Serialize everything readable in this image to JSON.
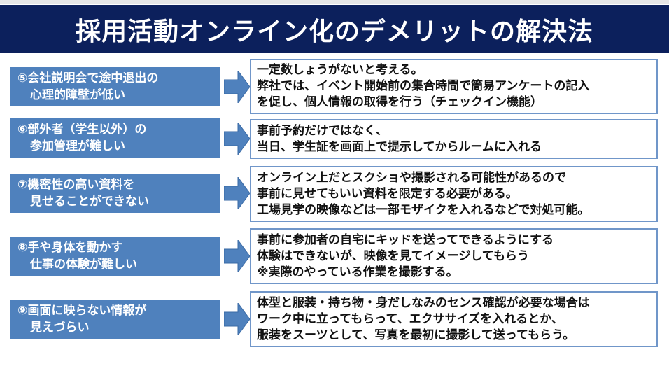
{
  "title": "採用活動オンライン化のデメリットの解決法",
  "colors": {
    "header_bg": "#0c205c",
    "issue_bg": "#4f81bd",
    "solution_border": "#7096c9"
  },
  "rows": [
    {
      "issue": [
        "⑤会社説明会で途中退出の",
        "心理的障壁が低い"
      ],
      "solution": [
        "一定数しょうがないと考える。",
        "弊社では、イベント開始前の集合時間で簡易アンケートの記入",
        "を促し、個人情報の取得を行う（チェックイン機能）"
      ]
    },
    {
      "issue": [
        "⑥部外者（学生以外）の",
        "参加管理が難しい"
      ],
      "solution": [
        "事前予約だけではなく、",
        "当日、学生証を画面上で提示してからルームに入れる"
      ]
    },
    {
      "issue": [
        "⑦機密性の高い資料を",
        "見せることができない"
      ],
      "solution": [
        "オンライン上だとスクショや撮影される可能性があるので",
        "事前に見せてもいい資料を限定する必要がある。",
        "工場見学の映像などは一部モザイクを入れるなどで対処可能。"
      ]
    },
    {
      "issue": [
        "⑧手や身体を動かす",
        "仕事の体験が難しい"
      ],
      "solution": [
        "事前に参加者の自宅にキッドを送ってできるようにする",
        "体験はできないが、映像を見てイメージしてもらう",
        "※実際のやっている作業を撮影する。"
      ]
    },
    {
      "issue": [
        "⑨画面に映らない情報が",
        "見えづらい"
      ],
      "solution": [
        "体型と服装・持ち物・身だしなみのセンス確認が必要な場合は",
        "ワーク中に立ってもらって、エクササイズを入れるとか、",
        "服装をスーツとして、写真を最初に撮影して送ってもらう。"
      ]
    }
  ]
}
